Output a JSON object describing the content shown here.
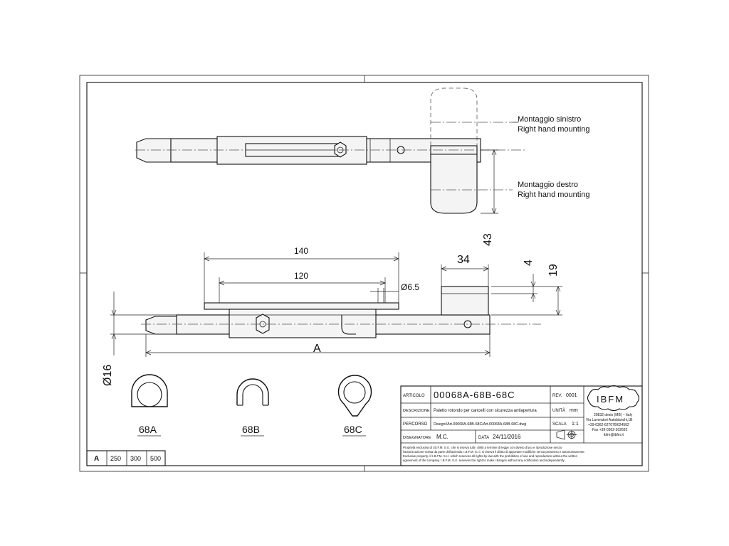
{
  "notes": {
    "left_mount_it": "Montaggio sinistro",
    "left_mount_en": "Right hand mounting",
    "right_mount_it": "Montaggio destro",
    "right_mount_en": "Right hand mounting"
  },
  "dimensions": {
    "d43": "43",
    "d140": "140",
    "d120": "120",
    "d34": "34",
    "d4": "4",
    "d19": "19",
    "d6_5": "Ø6.5",
    "dA": "A",
    "d16": "Ø16"
  },
  "profiles": [
    {
      "label": "68A"
    },
    {
      "label": "68B"
    },
    {
      "label": "68C"
    }
  ],
  "size_table": {
    "header": "A",
    "values": [
      "250",
      "300",
      "500"
    ]
  },
  "title_block": {
    "articolo_label": "ARTICOLO",
    "articolo_value": "00068A-68B-68C",
    "rev_label": "REV.",
    "rev_value": "0001",
    "descrizione_label": "DESCRIZIONE",
    "descrizione_value": "Paletto rotondo per cancelli con sicurezza antiapertura",
    "unita_label": "UNITÀ",
    "unita_value": "mm",
    "percorso_label": "PERCORSO",
    "percorso_value": "Disegni/Art.00068A-68B-68C/Art.00068A-68B-68C.dwg",
    "scala_label": "SCALA",
    "scala_value": "1:1",
    "disegnatore_label": "DISEGNATORE",
    "disegnatore_value": "M.C.",
    "data_label": "DATA",
    "data_value": "24/11/2016",
    "logo": "IBFM",
    "address": [
      "20832 desio (MB) – Italy",
      "Via Lavoratori Autobianchi,1B",
      "+39-0362-627078/624502",
      "Fax +39-0362-302692",
      "ibfm@ibfm.it"
    ],
    "disclaimer": [
      "Proprietà esclusiva di I.B.F.M. S.r.l. che si riserva tutti i diritti a termine di legge con divieto d'uso e riproduzione senza",
      "l'autorizzazione scritta da parte dell'azienda. I.B.F.M. S.r.l. si riserva il diritto di apportare modifiche senza preavviso e autonomamente.",
      "Exclusive property of I.B.F.M. S.r.l. which reserves all rights by law with the prohibition of use and reproduction without the written",
      "agreement of the company. I.B.F.M. S.r.l. reserves the right to make changes without any notification and independently."
    ]
  }
}
